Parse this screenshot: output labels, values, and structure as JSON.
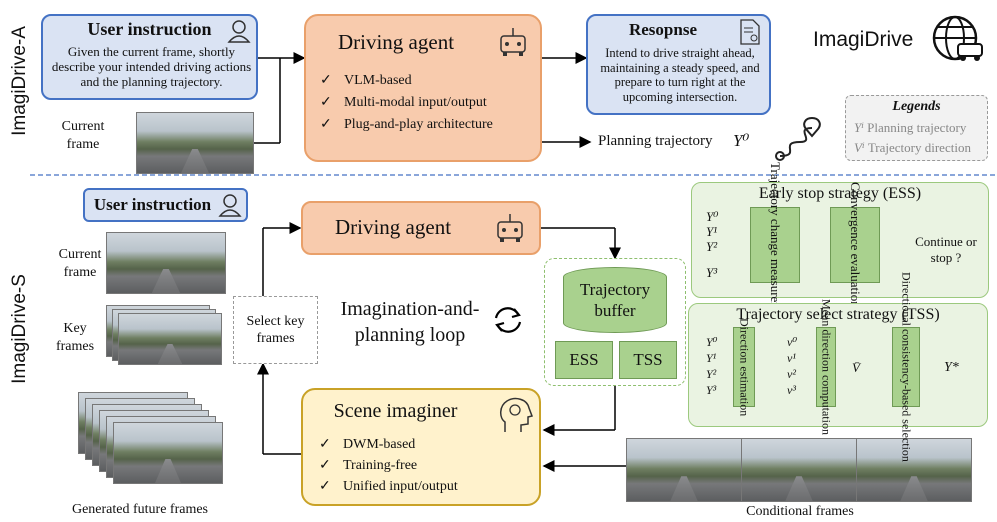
{
  "side_labels": {
    "top": "ImagiDrive-A",
    "bottom": "ImagiDrive-S"
  },
  "top": {
    "user_instruction": {
      "title": "User instruction",
      "text": "Given the current frame, shortly describe your intended driving actions and the planning trajectory."
    },
    "current_frame_label": "Current frame",
    "driving_agent": {
      "title": "Driving agent",
      "items": [
        "VLM-based",
        "Multi-modal input/output",
        "Plug-and-play architecture"
      ]
    },
    "response": {
      "title": "Resopnse",
      "text": "Intend to drive straight ahead, maintaining a steady speed, and prepare to turn right at the upcoming intersection."
    },
    "brand": "ImagiDrive",
    "planning_trajectory": {
      "label": "Planning trajectory",
      "symbol": "Y⁰"
    },
    "legends": {
      "title": "Legends",
      "items": [
        {
          "symbol": "Yⁱ",
          "text": "Planning trajectory"
        },
        {
          "symbol": "Vⁱ",
          "text": "Trajectory direction"
        }
      ]
    }
  },
  "bottom": {
    "user_instruction": "User instruction",
    "current_frame_label": "Current frame",
    "key_frames_label": "Key frames",
    "select_key_frames": "Select key frames",
    "driving_agent": "Driving agent",
    "loop_label": "Imagination-and-planning loop",
    "trajectory_buffer": "Trajectory buffer",
    "ess_short": "ESS",
    "tss_short": "TSS",
    "scene_imaginer": {
      "title": "Scene imaginer",
      "items": [
        "DWM-based",
        "Training-free",
        "Unified input/output"
      ]
    },
    "generated_label": "Generated future frames",
    "conditional_label": "Conditional frames",
    "ess": {
      "title": "Early stop strategy (ESS)",
      "inputs": [
        "Y⁰",
        "Y¹",
        "Y²",
        "Y³"
      ],
      "block1": "Trajectory change measurement",
      "block2": "Convergence evaluation",
      "output": "Continue or stop ?"
    },
    "tss": {
      "title": "Trajectory select strategy (TSS)",
      "inputs": [
        "Y⁰",
        "Y¹",
        "Y²",
        "Y³"
      ],
      "block1": "Direction estimation",
      "vs": [
        "v⁰",
        "v¹",
        "v²",
        "v³"
      ],
      "block2": "Mean direction computation",
      "vbar": "V̄",
      "block3": "Directional consistency-based selection",
      "output": "Y*"
    }
  },
  "colors": {
    "blue_fill": "#dae3f3",
    "blue_border": "#4472c4",
    "orange_fill": "#f8cbad",
    "orange_border": "#e9a06a",
    "yellow_fill": "#fff2cc",
    "yellow_border": "#c9a227",
    "green_fill": "#a9d18e",
    "green_panel": "#eaf3e2",
    "divider": "#4472c4"
  }
}
